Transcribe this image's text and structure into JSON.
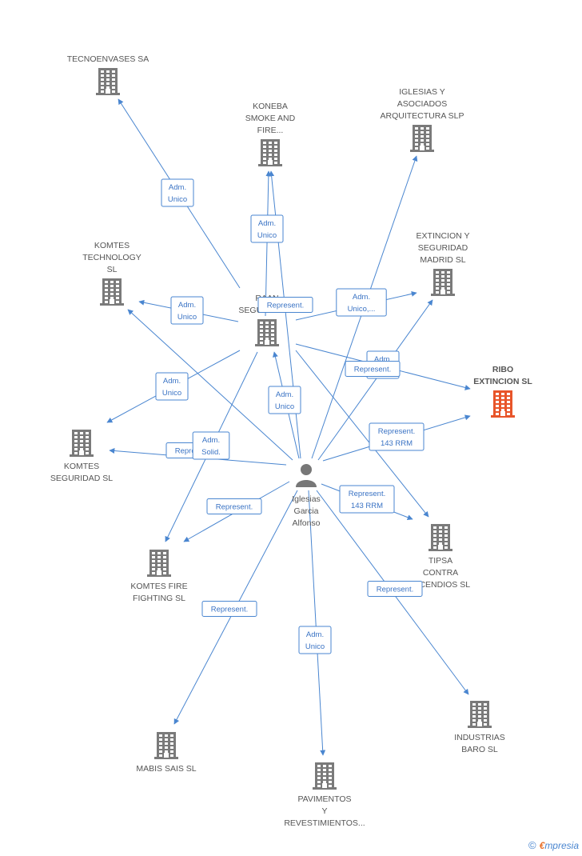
{
  "colors": {
    "edge": "#4a86d0",
    "company": "#7a7a7a",
    "focus": "#e8552a",
    "person": "#777777"
  },
  "nodes": [
    {
      "id": "person",
      "type": "person",
      "lines": [
        "Iglesias",
        "Garcia",
        "Alfonso"
      ]
    },
    {
      "id": "ribo",
      "type": "focus",
      "lines": [
        "RIBO",
        "EXTINCION SL"
      ]
    },
    {
      "id": "tecnoenvases",
      "type": "company",
      "lines": [
        "TECNOENVASES SA"
      ]
    },
    {
      "id": "koneba",
      "type": "company",
      "lines": [
        "KONEBA",
        "SMOKE AND",
        "FIRE..."
      ]
    },
    {
      "id": "iglesias_asoc",
      "type": "company",
      "lines": [
        "IGLESIAS Y",
        "ASOCIADOS",
        "ARQUITECTURA SLP"
      ]
    },
    {
      "id": "extincion_madrid",
      "type": "company",
      "lines": [
        "EXTINCION Y",
        "SEGURIDAD",
        "MADRID SL"
      ]
    },
    {
      "id": "komtes_tech",
      "type": "company",
      "lines": [
        "KOMTES",
        "TECHNOLOGY",
        "SL"
      ]
    },
    {
      "id": "raan",
      "type": "company",
      "lines": [
        "RAAN",
        "SEGURIDAD..."
      ]
    },
    {
      "id": "komtes_seg",
      "type": "company",
      "lines": [
        "KOMTES",
        "SEGURIDAD SL"
      ]
    },
    {
      "id": "komtes_fire",
      "type": "company",
      "lines": [
        "KOMTES FIRE",
        "FIGHTING SL"
      ]
    },
    {
      "id": "tipsa",
      "type": "company",
      "lines": [
        "TIPSA",
        "CONTRA",
        "INCENDIOS  SL"
      ]
    },
    {
      "id": "mabis",
      "type": "company",
      "lines": [
        "MABIS SAIS SL"
      ]
    },
    {
      "id": "pavimentos",
      "type": "company",
      "lines": [
        "PAVIMENTOS",
        "Y",
        "REVESTIMIENTOS..."
      ]
    },
    {
      "id": "industrias_baro",
      "type": "company",
      "lines": [
        "INDUSTRIAS",
        "BARO SL"
      ]
    }
  ],
  "edges": [
    {
      "from": "raan",
      "to": "tecnoenvases",
      "label": [
        "Adm.",
        "Unico"
      ]
    },
    {
      "from": "raan",
      "to": "koneba",
      "label": [
        "Adm.",
        "Unico"
      ]
    },
    {
      "from": "person",
      "to": "koneba",
      "label": []
    },
    {
      "from": "person",
      "to": "iglesias_asoc",
      "label": []
    },
    {
      "from": "raan",
      "to": "extincion_madrid",
      "label": [
        "Adm.",
        "Unico,..."
      ]
    },
    {
      "from": "person",
      "to": "extincion_madrid",
      "label": [
        "Adm.",
        "Unico"
      ]
    },
    {
      "from": "raan",
      "to": "komtes_tech",
      "label": [
        "Adm.",
        "Unico"
      ]
    },
    {
      "from": "person",
      "to": "komtes_tech",
      "label": [
        "Represent."
      ]
    },
    {
      "from": "person",
      "to": "raan",
      "label": [
        "Adm.",
        "Unico"
      ]
    },
    {
      "from": "raan",
      "to": "ribo",
      "label": [
        "Represent."
      ]
    },
    {
      "from": "person",
      "to": "ribo",
      "label": [
        "Represent.",
        "143 RRM"
      ]
    },
    {
      "from": "raan",
      "to": "komtes_seg",
      "label": [
        "Adm.",
        "Unico"
      ]
    },
    {
      "from": "person",
      "to": "komtes_seg",
      "label": [
        "Represent."
      ]
    },
    {
      "from": "raan",
      "to": "komtes_fire",
      "label": [
        "Adm.",
        "Solid."
      ]
    },
    {
      "from": "person",
      "to": "komtes_fire",
      "label": [
        "Represent."
      ]
    },
    {
      "from": "person",
      "to": "tipsa",
      "label": [
        "Represent.",
        "143 RRM"
      ]
    },
    {
      "from": "raan",
      "to": "tipsa",
      "label": []
    },
    {
      "from": "person",
      "to": "mabis",
      "label": [
        "Represent."
      ]
    },
    {
      "from": "person",
      "to": "pavimentos",
      "label": [
        "Adm.",
        "Unico"
      ]
    },
    {
      "from": "person",
      "to": "industrias_baro",
      "label": [
        "Represent."
      ]
    }
  ],
  "watermark": {
    "copyright": "©",
    "brand_e": "€",
    "brand_rest": "mpresia"
  }
}
